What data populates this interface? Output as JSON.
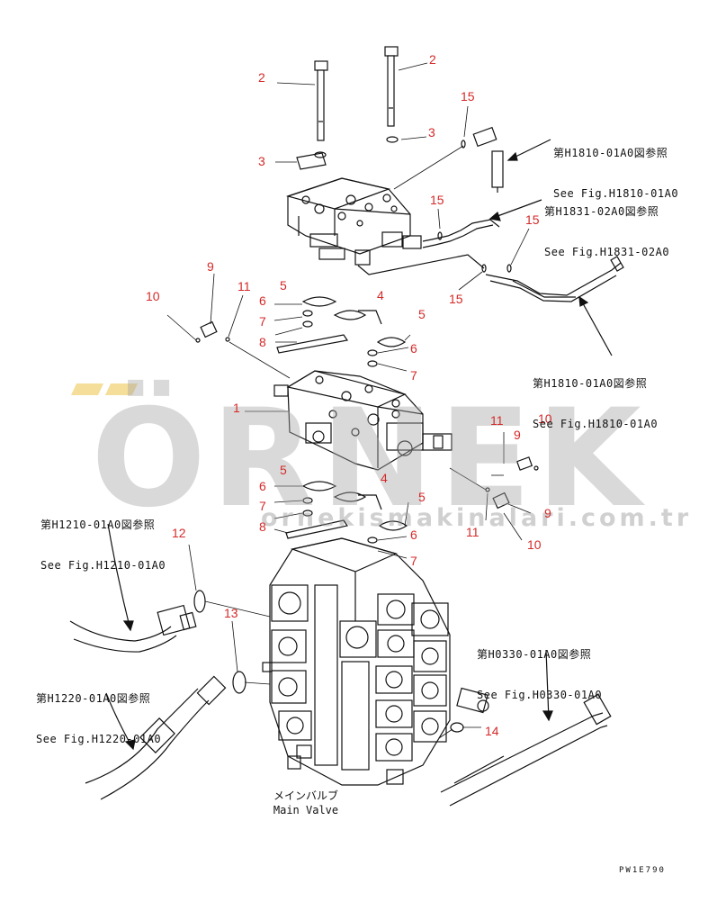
{
  "brand": {
    "watermark_text": "ÖRNEK",
    "watermark_url": "ornekismakinalari.com.tr",
    "accent_color": "#d42a2a",
    "watermark_dot_color": "#ebc346"
  },
  "caption": {
    "jp": "メインバルブ",
    "en": "Main Valve"
  },
  "drawing_code": "PW1E790",
  "callouts": [
    "2",
    "2",
    "3",
    "3",
    "15",
    "15",
    "15",
    "15",
    "9",
    "10",
    "11",
    "6",
    "5",
    "4",
    "7",
    "8",
    "5",
    "6",
    "7",
    "1",
    "11",
    "10",
    "9",
    "5",
    "6",
    "7",
    "4",
    "8",
    "5",
    "11",
    "9",
    "10",
    "6",
    "7",
    "12",
    "13",
    "14"
  ],
  "references": [
    {
      "jp": "第H1810-01A0図参照",
      "en": "See Fig.H1810-01A0"
    },
    {
      "jp": "第H1831-02A0図参照",
      "en": "See Fig.H1831-02A0"
    },
    {
      "jp": "第H1810-01A0図参照",
      "en": "See Fig.H1810-01A0"
    },
    {
      "jp": "第H1210-01A0図参照",
      "en": "See Fig.H1210-01A0"
    },
    {
      "jp": "第H0330-01A0図参照",
      "en": "See Fig.H0330-01A0"
    },
    {
      "jp": "第H1220-01A0図参照",
      "en": "See Fig.H1220-01A0"
    }
  ]
}
